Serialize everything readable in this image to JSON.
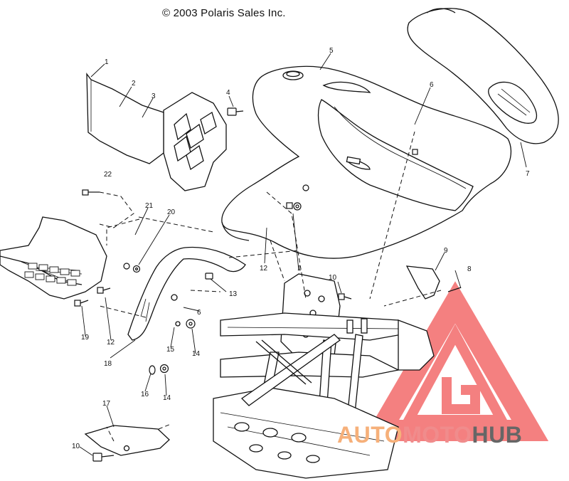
{
  "copyright": "© 2003 Polaris Sales Inc.",
  "watermark": {
    "part1": "AUTO",
    "part2": "MOTO",
    "part3": "HUB",
    "colors": {
      "auto": "#f6b07a",
      "moto": "#f08c8c",
      "hub": "#666666",
      "triangle": "#f36a6a"
    }
  },
  "callouts": [
    "1",
    "2",
    "3",
    "4",
    "5",
    "6",
    "7",
    "22",
    "21",
    "20",
    "12",
    "1",
    "9",
    "8",
    "10",
    "13",
    "6",
    "19",
    "12",
    "15",
    "14",
    "18",
    "16",
    "14",
    "17",
    "10"
  ]
}
